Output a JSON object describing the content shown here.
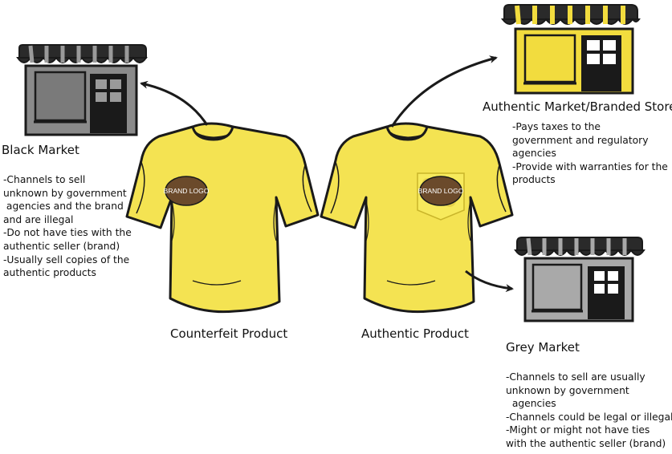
{
  "colors": {
    "shirt": "#f4e352",
    "shirt_outline": "#1a1a1a",
    "logo_fill": "#6b4a2b",
    "authentic_store": "#f2dc3e",
    "black_market_store": "#8a8a8a",
    "grey_market_store": "#a9a9a9",
    "door": "#1a1a1a"
  },
  "products": {
    "counterfeit": {
      "label": "Counterfeit Product",
      "logo": "BRAND LOGO"
    },
    "authentic": {
      "label": "Authentic Product",
      "logo": "BRAND LOGO"
    }
  },
  "black_market": {
    "title": "Black Market",
    "lines": [
      "-Channels to sell",
      "unknown by government",
      " agencies and the brand",
      "and are illegal",
      "-Do not have ties with the",
      "authentic seller (brand)",
      "-Usually sell copies of the",
      "authentic products"
    ]
  },
  "authentic_store": {
    "title": "Authentic Market/Branded Store",
    "lines": [
      "-Pays taxes to the",
      "government and regulatory",
      "agencies",
      "-Provide with warranties for the",
      "products"
    ]
  },
  "grey_market": {
    "title": "Grey Market",
    "lines": [
      "-Channels to sell are usually",
      "unknown by government",
      "  agencies",
      "-Channels could be legal or illegal",
      "-Might or might not have ties",
      "with the authentic seller (brand)"
    ]
  }
}
